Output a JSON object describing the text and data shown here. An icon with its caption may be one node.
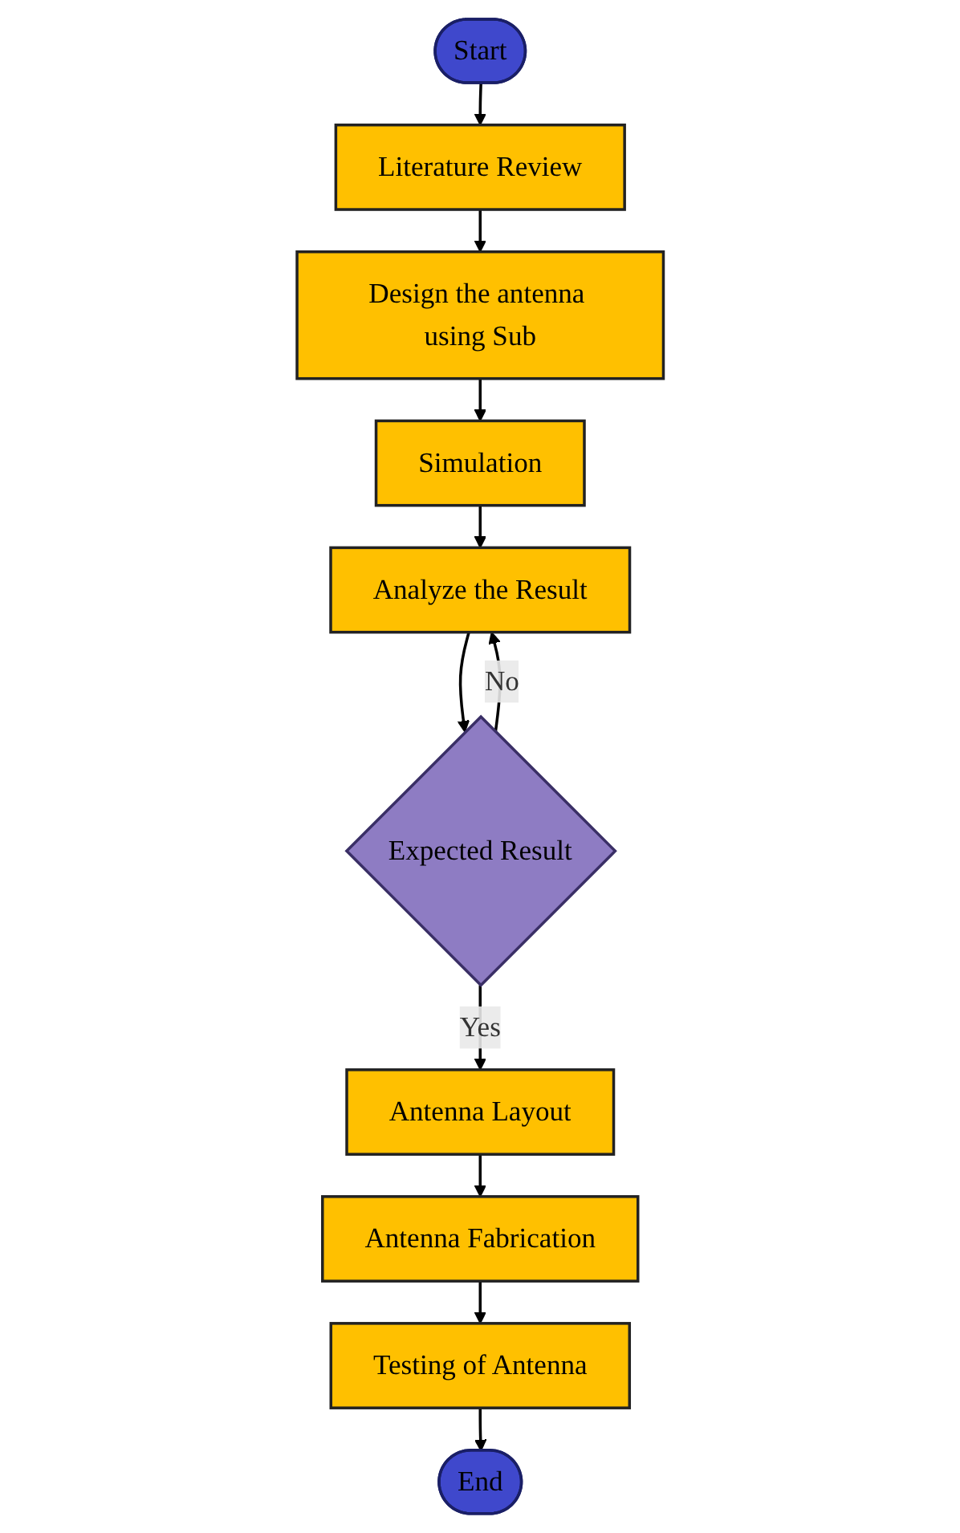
{
  "diagram": {
    "nodes": [
      {
        "text": [
          "Start"
        ]
      },
      {
        "text": [
          "Literature Review"
        ]
      },
      {
        "text": [
          "Design the antenna using Sub"
        ]
      },
      {
        "text": [
          "Simulation"
        ]
      },
      {
        "text": [
          "Analyze the Result"
        ]
      },
      {
        "text": [
          "Expected Result"
        ]
      },
      {
        "text": [
          "Antenna Layout"
        ]
      },
      {
        "text": [
          "Antenna Fabrication"
        ]
      },
      {
        "text": [
          "Testing of Antenna"
        ]
      },
      {
        "text": [
          "End"
        ]
      }
    ],
    "edges": [
      {
        "from": 0,
        "to": 1,
        "arrow": "to"
      },
      {
        "from": 1,
        "to": 2,
        "arrow": "to"
      },
      {
        "from": 2,
        "to": 3,
        "arrow": "to"
      },
      {
        "from": 3,
        "to": 4,
        "arrow": "to"
      },
      {
        "from": 4,
        "to": 5,
        "arrow": "to"
      },
      {
        "from": 5,
        "to": 4,
        "arrow": "to",
        "label": "No"
      },
      {
        "from": 5,
        "to": 6,
        "arrow": "to",
        "label": "Yes"
      },
      {
        "from": 6,
        "to": 7,
        "arrow": "to"
      },
      {
        "from": 7,
        "to": 8,
        "arrow": "to"
      },
      {
        "from": 8,
        "to": 9,
        "arrow": "to"
      }
    ]
  }
}
